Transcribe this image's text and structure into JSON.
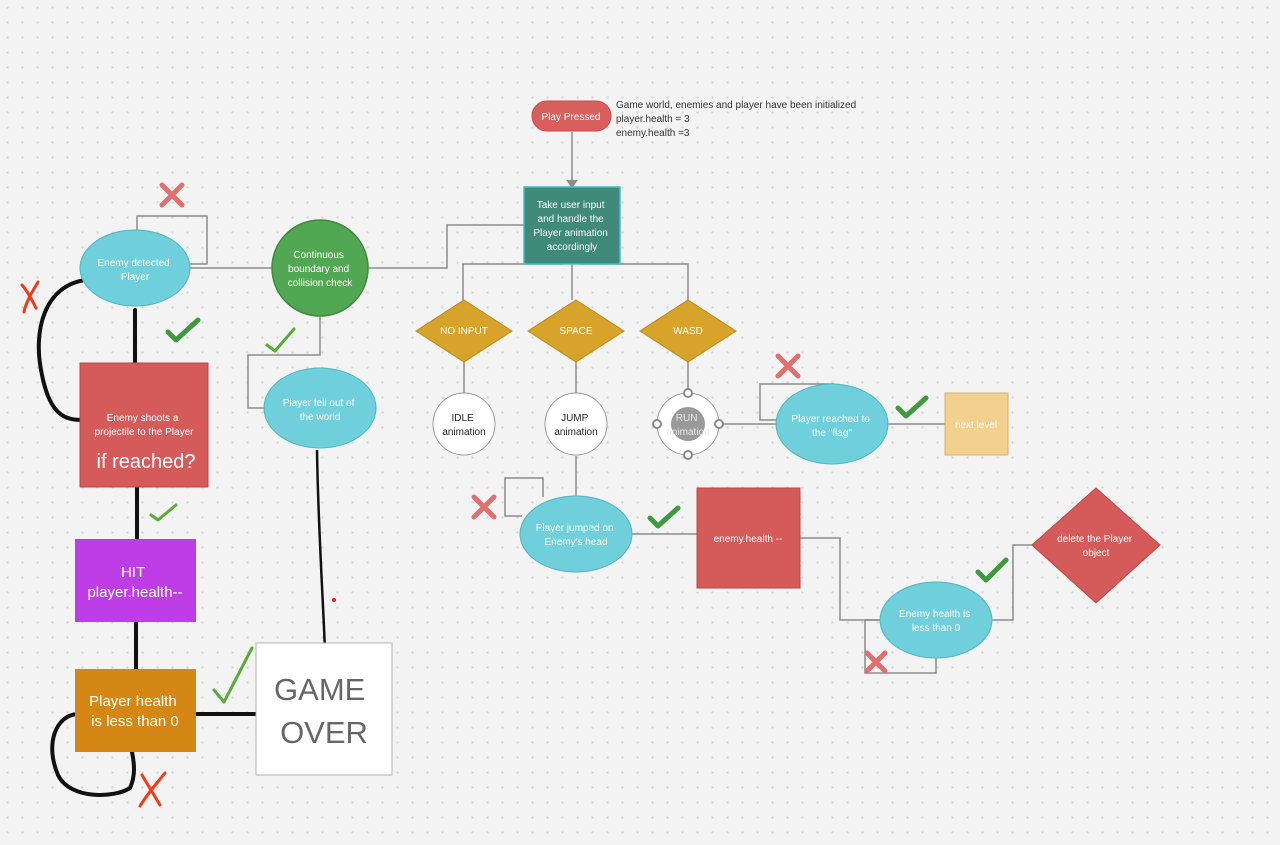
{
  "nodes": {
    "play_pressed": "Play Pressed",
    "init_note": [
      "Game world, enemies and player have been initialized",
      "player.health = 3",
      "enemy.health =3"
    ],
    "take_input": [
      "Take user input",
      "and handle the",
      "Player animation",
      "accordingly"
    ],
    "continuous_check": [
      "Continuous",
      "boundary and",
      "collision check"
    ],
    "enemy_detected": [
      "Enemy detected",
      "Player"
    ],
    "enemy_shoots": [
      "Enemy shoots a",
      "projectile to the Player"
    ],
    "if_reached": "if reached?",
    "hit": [
      "HIT",
      "player.health--"
    ],
    "player_health_less": [
      "Player health",
      "is less than 0"
    ],
    "game_over": [
      "GAME",
      "OVER"
    ],
    "player_fell": [
      "Player fell out of",
      "the world"
    ],
    "no_input": "NO INPUT",
    "space": "SPACE",
    "wasd": "WASD",
    "idle_anim": [
      "IDLE",
      "animation"
    ],
    "jump_anim": [
      "JUMP",
      "animation"
    ],
    "run_anim": [
      "RUN",
      "animation"
    ],
    "player_reached_flag": [
      "Player reached to",
      "the \"flag\""
    ],
    "next_level": "next level",
    "player_jumped": [
      "Player jumped on",
      "Enemy's head"
    ],
    "enemy_health_dec": "enemy.health --",
    "enemy_health_less": [
      "Enemy health is",
      "less than 0"
    ],
    "delete_player": [
      "delete the Player",
      "object"
    ]
  },
  "colors": {
    "play_pressed": "#d95f5f",
    "take_input": "#3f8a78",
    "continuous_check": "#52a852",
    "cyan_node": "#6fcfdb",
    "red_block": "#d55a5a",
    "hit": "#bf3de6",
    "orange_block": "#d48714",
    "diamond": "#d8a32a",
    "next_level": "#f2d08e",
    "check": "#3f9a3f",
    "cross_light": "#e07070",
    "cross_red": "#f03a1a"
  },
  "icons": [
    "check-icon",
    "cross-icon"
  ]
}
